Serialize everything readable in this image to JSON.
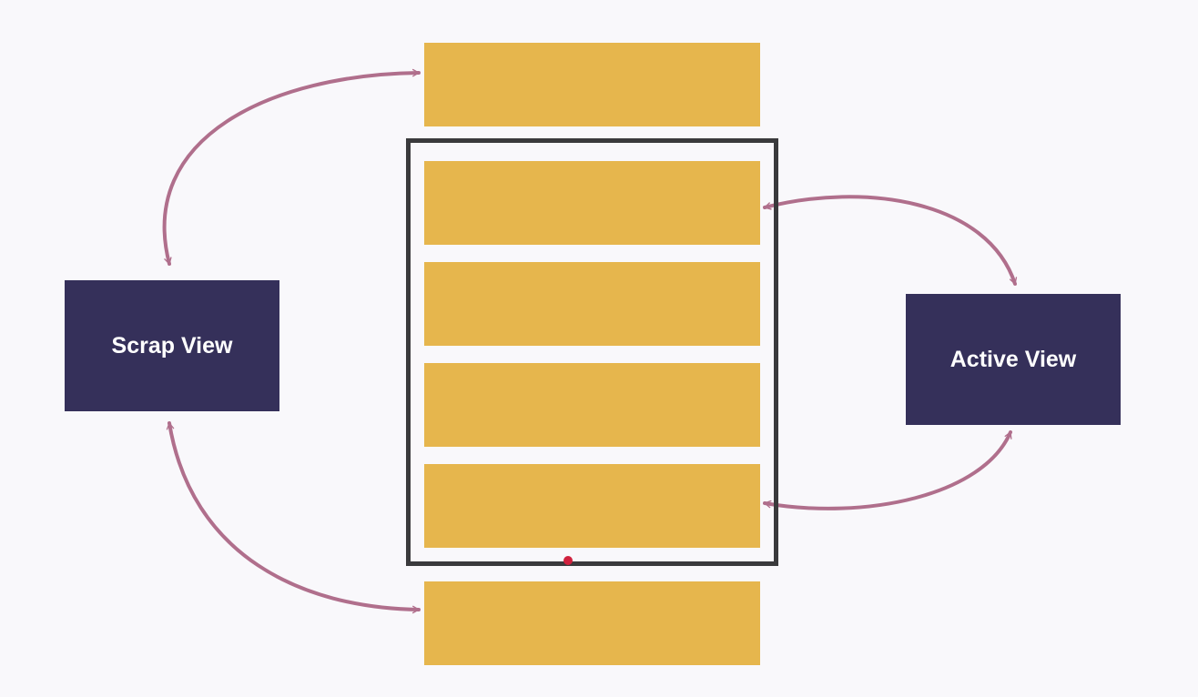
{
  "scrap_view": {
    "label": "Scrap View"
  },
  "active_view": {
    "label": "Active View"
  },
  "recycler": {
    "visible_item_count": 4,
    "offscreen_item_count": 2
  },
  "colors": {
    "view_box": "#35305a",
    "item": "#e6b64d",
    "arrow": "#b06f8c",
    "frame": "#3a3a3c",
    "indicator": "#d0213e"
  }
}
